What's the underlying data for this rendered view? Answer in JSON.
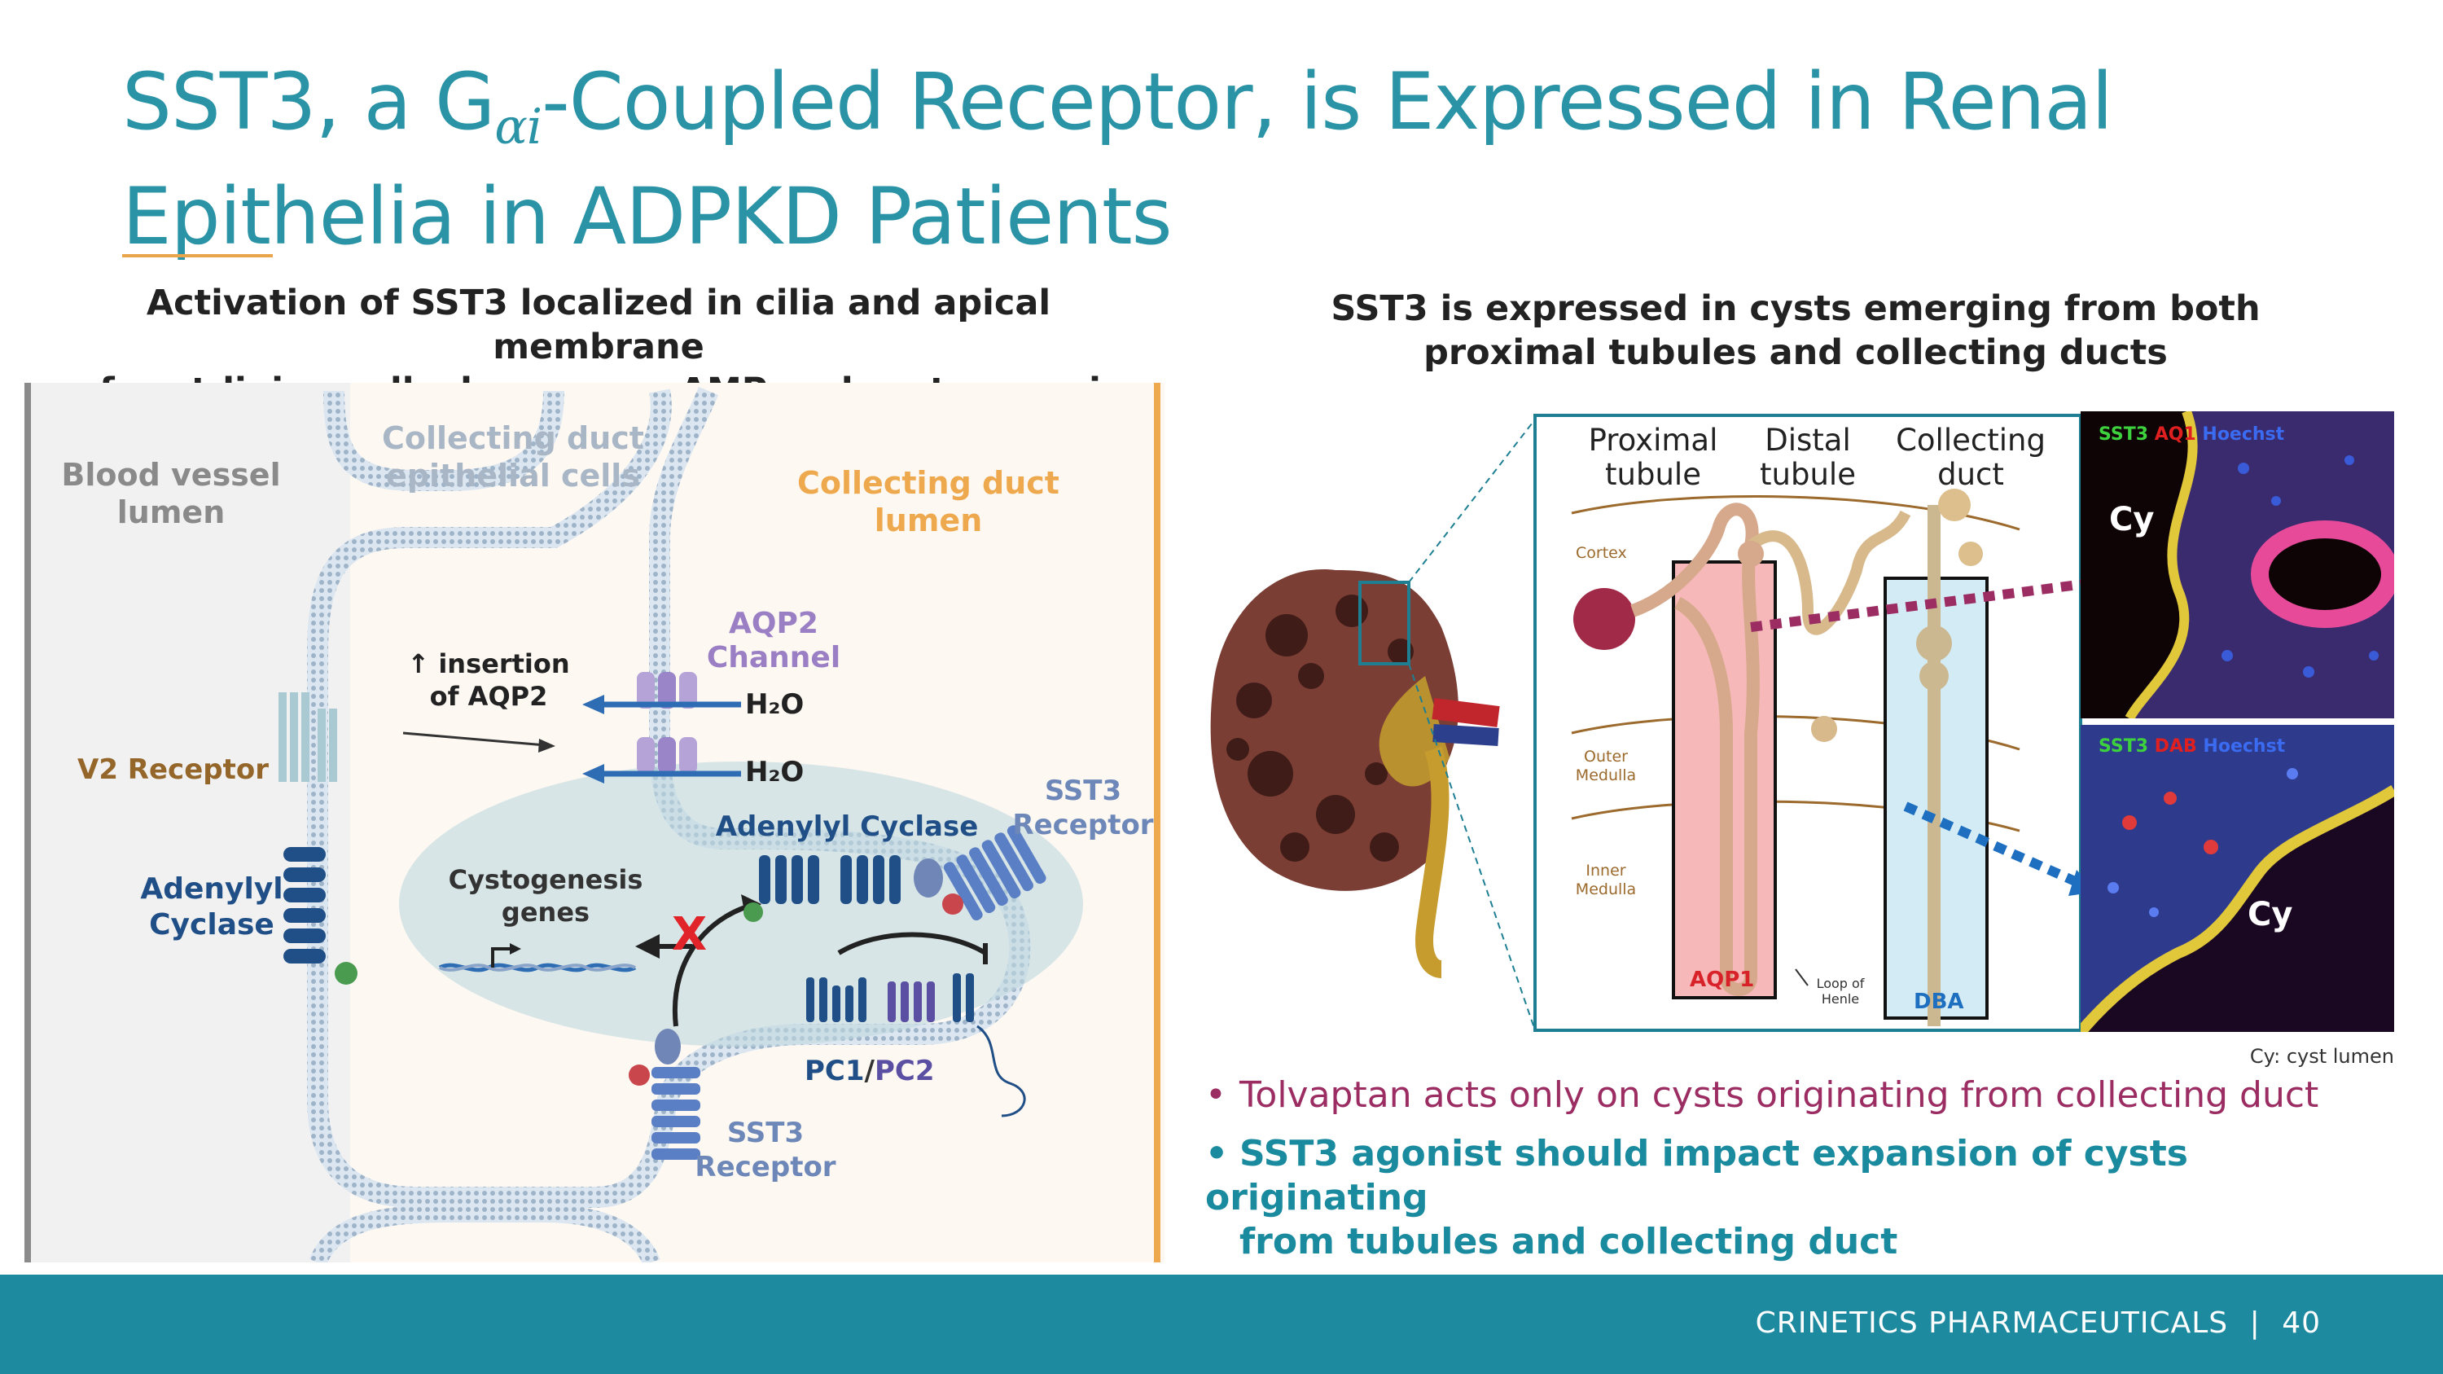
{
  "title": {
    "part1": "SST3, a G",
    "subscript": "αi",
    "part2": "-Coupled Receptor, is Expressed in Renal",
    "line2": "Epithelia in ADPKD Patients"
  },
  "left": {
    "subhead_line1": "Activation of SST3 localized in cilia and apical membrane",
    "subhead_line2": "of cyst-lining cells decreases cAMP and cystogenesis",
    "blood_vessel_lumen_1": "Blood vessel",
    "blood_vessel_lumen_2": "lumen",
    "cd_epithelial_1": "Collecting duct",
    "cd_epithelial_2": "epithelial cells",
    "cd_lumen_1": "Collecting duct",
    "cd_lumen_2": "lumen",
    "aqp2_1": "AQP2",
    "aqp2_2": "Channel",
    "insertion_1": "↑ insertion",
    "insertion_2": "of AQP2",
    "h2o_1": "H₂O",
    "h2o_2": "H₂O",
    "v2_receptor": "V2 Receptor",
    "sst3_receptor_right_1": "SST3",
    "sst3_receptor_right_2": "Receptor",
    "adenylyl_cyclase_center": "Adenylyl Cyclase",
    "adenylyl_cyclase_left_1": "Adenylyl",
    "adenylyl_cyclase_left_2": "Cyclase",
    "cystogenesis_1": "Cystogenesis",
    "cystogenesis_2": "genes",
    "block_mark": "X",
    "pc1": "PC1",
    "slash": "/",
    "pc2": "PC2",
    "sst3_receptor_bottom_1": "SST3",
    "sst3_receptor_bottom_2": "Receptor"
  },
  "right": {
    "subhead_line1": "SST3 is expressed in cysts emerging from both",
    "subhead_line2": "proximal tubules and collecting ducts",
    "proximal_1": "Proximal",
    "proximal_2": "tubule",
    "distal_1": "Distal",
    "distal_2": "tubule",
    "collecting_1": "Collecting",
    "collecting_2": "duct",
    "cortex": "Cortex",
    "outer_medulla_1": "Outer",
    "outer_medulla_2": "Medulla",
    "inner_medulla_1": "Inner",
    "inner_medulla_2": "Medulla",
    "aqp1": "AQP1",
    "dba": "DBA",
    "loop_1": "Loop of",
    "loop_2": "Henle",
    "img1_sst3": "SST3",
    "img1_marker": "AQ1",
    "img1_hoechst": "Hoechst",
    "img1_cy": "Cy",
    "img2_sst3": "SST3",
    "img2_marker": "DAB",
    "img2_hoechst": "Hoechst",
    "img2_cy": "Cy",
    "cyst_note": "Cy: cyst lumen"
  },
  "bullets": [
    {
      "text": "Tolvaptan acts only on cysts originating from collecting duct",
      "color": "#9b2d63"
    },
    {
      "text_line1": "SST3 agonist should impact expansion of cysts originating",
      "text_line2": "from tubules and collecting duct",
      "color": "#1a8a9e"
    }
  ],
  "footer": {
    "company": "CRINETICS PHARMACEUTICALS",
    "separator": "|",
    "page": "40"
  },
  "colors": {
    "title": "#2a93a5",
    "accent_rule": "#e8a54a",
    "footer_bar": "#1e8aa0",
    "magenta": "#9b2d63",
    "teal": "#1a8a9e"
  }
}
